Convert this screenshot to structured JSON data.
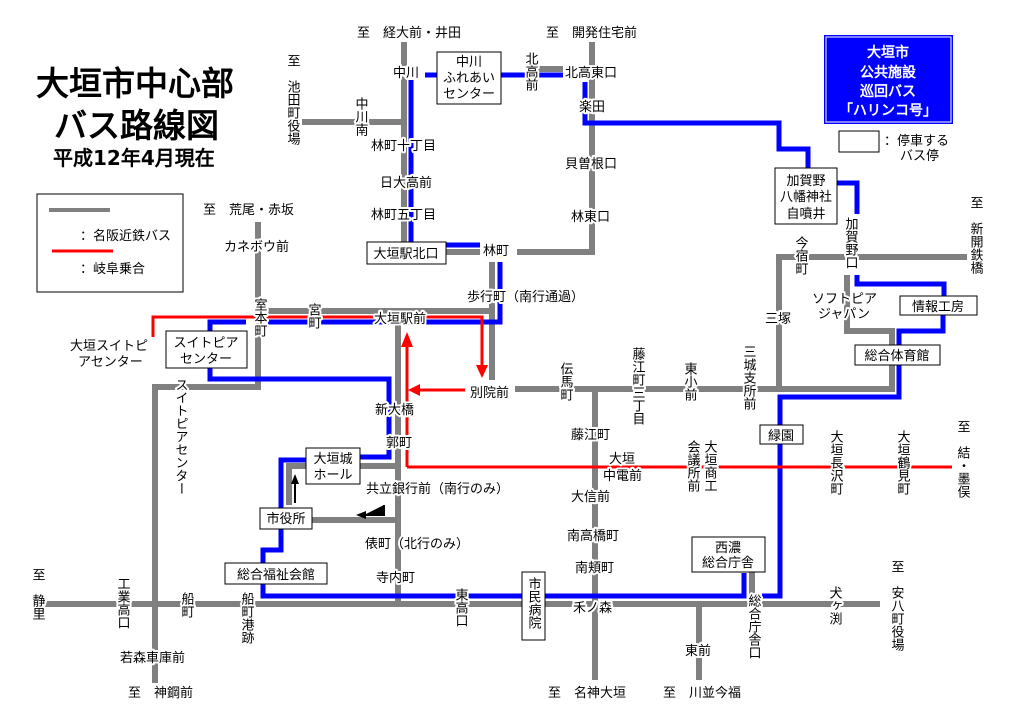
{
  "title": {
    "line1": "大垣市中心部",
    "line2": "バス路線図",
    "date": "平成12年4月現在"
  },
  "legend": {
    "meihan": "：名阪近鉄バス",
    "gifu": "：岐阜乗合",
    "meihan_color": "#808080",
    "gifu_color": "#ff0000"
  },
  "harinko": {
    "lines": [
      "大垣市",
      "公共施設",
      "巡回バス",
      "「ハリンコ号」"
    ],
    "color": "#0000ff",
    "stop_legend_1": "：停車する",
    "stop_legend_2": "バス停"
  },
  "destinations": [
    "至　経大前・井田",
    "至　開発住宅前",
    "至　池田町役場",
    "至　荒尾・赤坂",
    "至　新開鉄橋",
    "至　静里",
    "至　神鋼前",
    "至　名神大垣",
    "至　川並今福",
    "至　結・墨俣",
    "至　安八町役場"
  ],
  "stops": [
    "中川",
    "林町十丁目",
    "日大高前",
    "林町五丁目",
    "林町",
    "歩行町（南行通過）",
    "大垣駅前",
    "北高東口",
    "楽田",
    "貝曽根口",
    "林東口",
    "カネボウ前",
    "大垣スイトピ",
    "アセンター",
    "別院前",
    "新大橋",
    "郭町",
    "共立銀行前（南行のみ）",
    "俵町（北行のみ）",
    "寺内町",
    "藤江町",
    "大信前",
    "南高橋町",
    "南頬町",
    "禾ノ森",
    "東前",
    "三塚",
    "ソフトピア",
    "ジャパン",
    "若森車庫前",
    "大垣",
    "中電前"
  ],
  "vstops": [
    "中川南",
    "北高前",
    "加賀野口",
    "今宿町",
    "室本町",
    "宮町",
    "スイトピアセンター",
    "伝馬町",
    "藤江町三丁目",
    "東小前",
    "三城支所前",
    "会議所前",
    "大垣商工",
    "大垣長沢町",
    "大垣鶴見町",
    "工業高口",
    "船町",
    "船町港跡",
    "東高口",
    "総合庁舎口",
    "犬ヶ渕"
  ],
  "boxed": {
    "nakagawa": [
      "中川",
      "ふれあい",
      "センター"
    ],
    "kitaguchi": "大垣駅北口",
    "suitopia": [
      "スイトピア",
      "センター"
    ],
    "kagano": [
      "加賀野",
      "八幡神社",
      "自噴井"
    ],
    "johokobo": "情報工房",
    "taiikukan": "総合体育館",
    "ryokuen": "緑園",
    "castle": [
      "大垣城",
      "ホール"
    ],
    "cityhall": "市役所",
    "fukushi": "総合福祉会館",
    "seino": [
      "西濃",
      "総合庁舎"
    ],
    "hospital": "市民病院"
  }
}
